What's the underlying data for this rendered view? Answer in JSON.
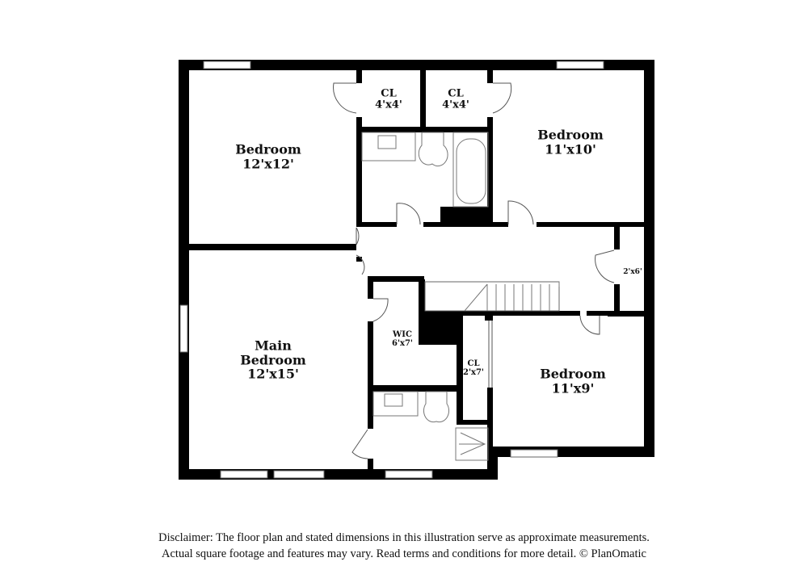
{
  "floorplan": {
    "rooms": [
      {
        "id": "bedroom-nw",
        "name": "Bedroom",
        "dimensions": "12'x12'"
      },
      {
        "id": "closet-1",
        "name": "CL",
        "dimensions": "4'x4'"
      },
      {
        "id": "closet-2",
        "name": "CL",
        "dimensions": "4'x4'"
      },
      {
        "id": "bedroom-ne",
        "name": "Bedroom",
        "dimensions": "11'x10'"
      },
      {
        "id": "linen-closet",
        "name": "",
        "dimensions": "2'x6'"
      },
      {
        "id": "main-bedroom",
        "name": "Main Bedroom",
        "name_line1": "Main",
        "name_line2": "Bedroom",
        "dimensions": "12'x15'"
      },
      {
        "id": "walk-in-closet",
        "name": "WIC",
        "dimensions": "6'x7'"
      },
      {
        "id": "closet-3",
        "name": "CL",
        "dimensions": "2'x7'"
      },
      {
        "id": "bedroom-se",
        "name": "Bedroom",
        "dimensions": "11'x9'"
      }
    ],
    "fixtures": [
      "hall-bath-sink",
      "hall-bath-toilet",
      "hall-bath-tub",
      "main-bath-sink",
      "main-bath-toilet",
      "main-bath-shower",
      "staircase"
    ],
    "colors": {
      "wall": "#000000",
      "fixture_line": "#777777",
      "background": "#ffffff"
    }
  },
  "disclaimer": {
    "line1": "Disclaimer: The floor plan and stated dimensions in this illustration serve as approximate measurements.",
    "line2": "Actual square footage and features may vary. Read terms and conditions for more detail. © PlanOmatic"
  }
}
